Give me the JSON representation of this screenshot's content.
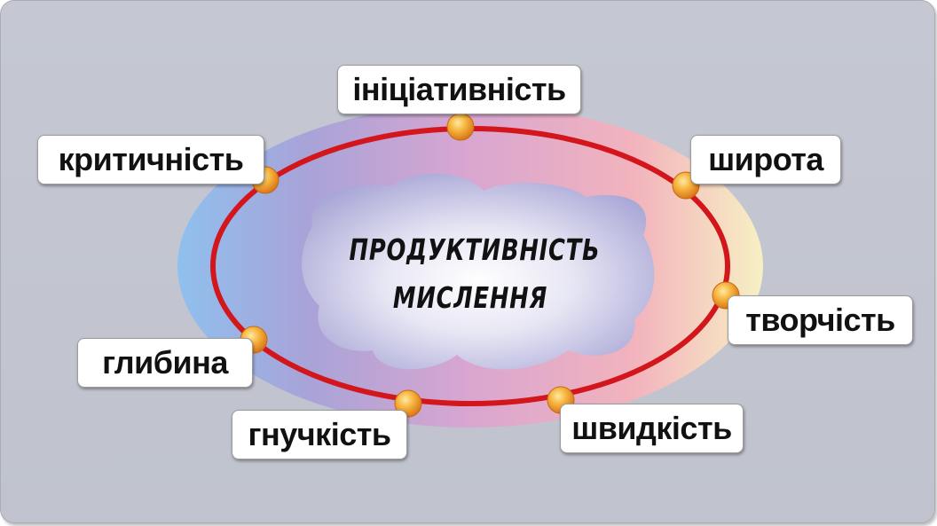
{
  "center": {
    "line1": "ПРОДУКТИВНІСТЬ",
    "line2": "МИСЛЕННЯ"
  },
  "qualities": {
    "initiative": "ініціативність",
    "criticality": "критичність",
    "breadth": "широта",
    "creativity": "творчість",
    "depth": "глибина",
    "flexibility": "гнучкість",
    "speed": "швидкість"
  },
  "colors": {
    "ring": "#d2161c",
    "node": "#f3a12a",
    "panel": "#c2c5d0"
  }
}
